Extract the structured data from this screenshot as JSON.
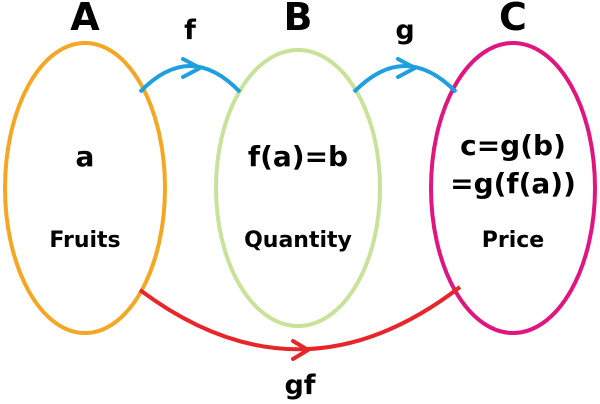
{
  "sets": {
    "a": {
      "letter": "A",
      "element": "a",
      "name": "Fruits",
      "color": "#f5a623"
    },
    "b": {
      "letter": "B",
      "element": "f(a)=b",
      "name": "Quantity",
      "color": "#c8e29a"
    },
    "c": {
      "letter": "C",
      "element_line1": "c=g(b)",
      "element_line2": "=g(f(a))",
      "name": "Price",
      "color": "#e0157f"
    }
  },
  "maps": {
    "f": {
      "label": "f",
      "color": "#1e9fe0"
    },
    "g": {
      "label": "g",
      "color": "#1e9fe0"
    },
    "gf": {
      "label": "gf",
      "color": "#e8262a"
    }
  }
}
